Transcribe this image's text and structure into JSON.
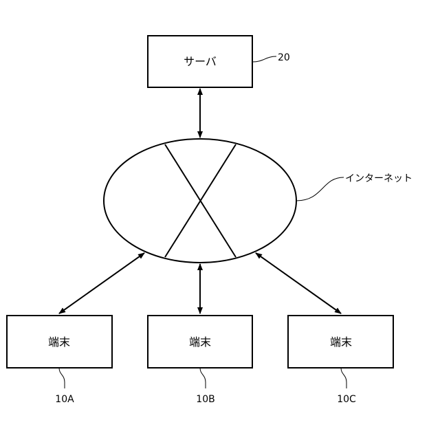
{
  "server": {
    "label": "サーバ",
    "ref": "20"
  },
  "network": {
    "label": "インターネット"
  },
  "terminals": [
    {
      "label": "端末",
      "ref": "10A"
    },
    {
      "label": "端末",
      "ref": "10B"
    },
    {
      "label": "端末",
      "ref": "10C"
    }
  ]
}
